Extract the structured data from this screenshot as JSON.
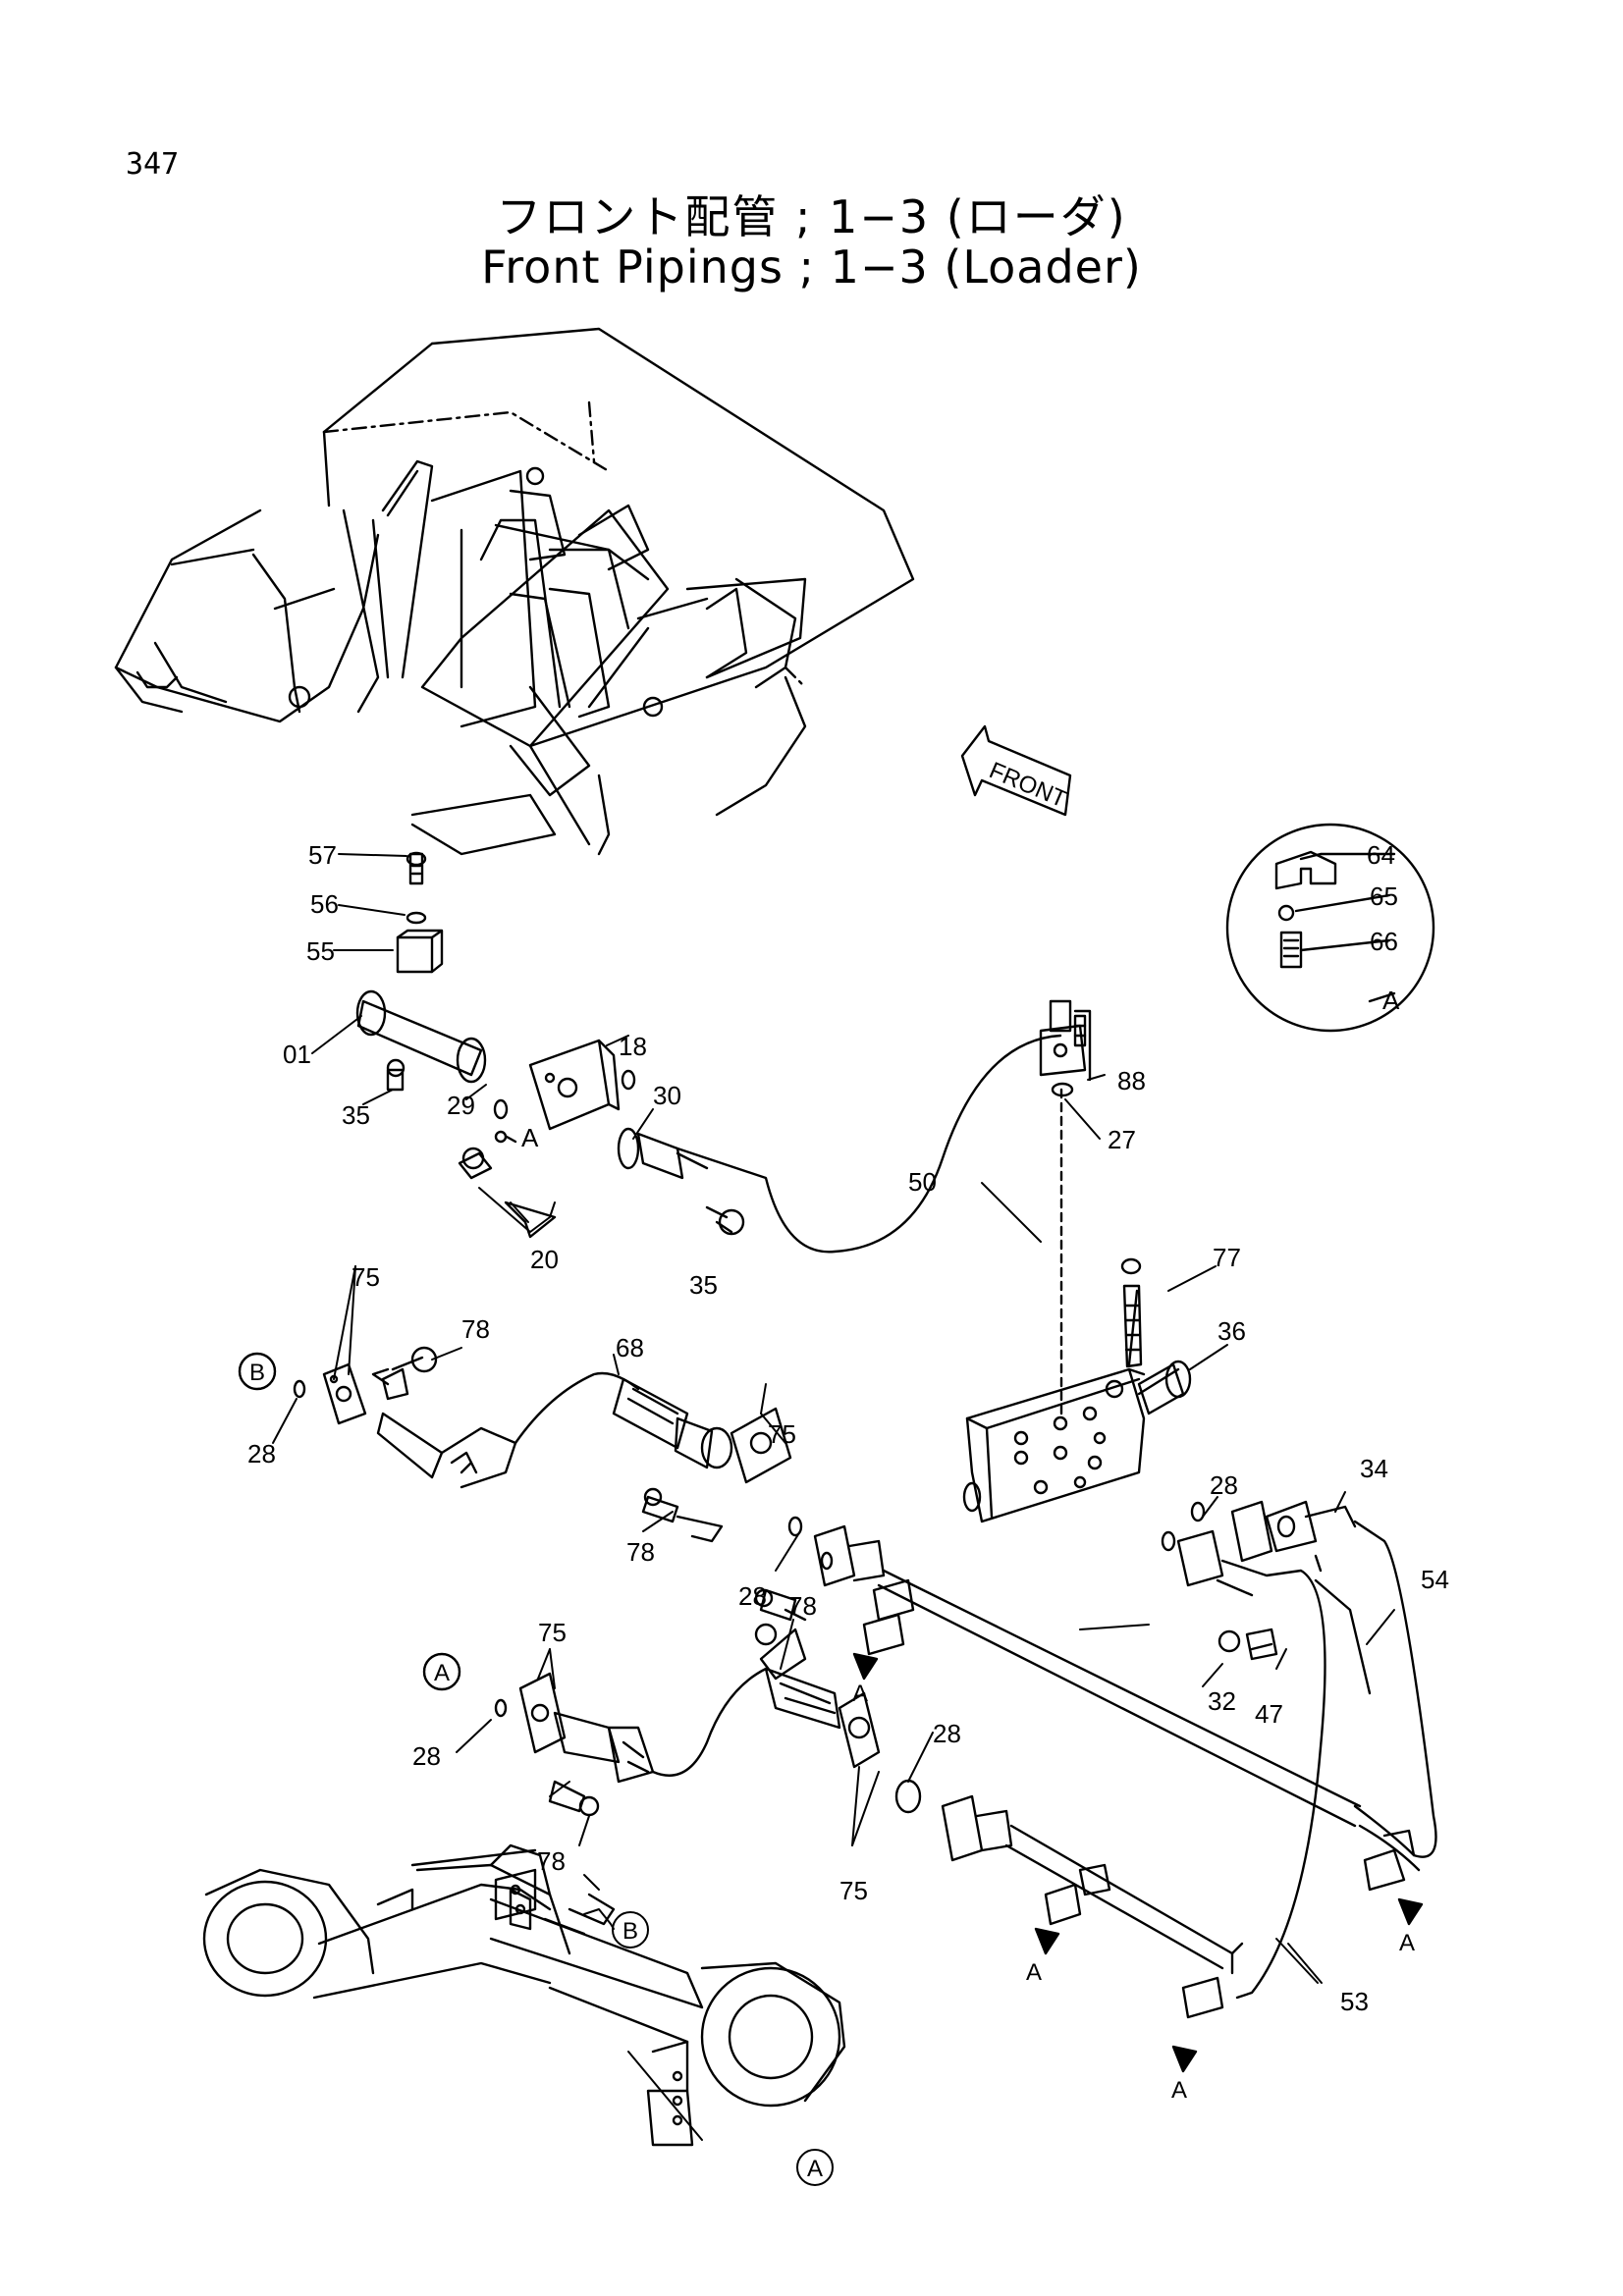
{
  "page_number": "347",
  "title_jp": "フロント配管 ; 1−3 (ローダ)",
  "title_en": "Front Pipings ; 1−3 (Loader)",
  "direction_arrow": "FRONT",
  "detail_view_label": "A",
  "part_numbers": {
    "p57": "57",
    "p56": "56",
    "p55": "55",
    "p01": "01",
    "p35a": "35",
    "p29": "29",
    "p18": "18",
    "p30": "30",
    "p20": "20",
    "pA_20": "A",
    "p35b": "35",
    "p50": "50",
    "p88": "88",
    "p27": "27",
    "p77": "77",
    "p36": "36",
    "p64": "64",
    "p65": "65",
    "p66": "66",
    "p75a": "75",
    "p78a": "78",
    "p68": "68",
    "p28a": "28",
    "p75b": "75",
    "p78b": "78",
    "p28b": "28",
    "p28c": "28",
    "p34": "34",
    "p54": "54",
    "p32": "32",
    "p47": "47",
    "p75c": "75",
    "p78c": "78",
    "p28d": "28",
    "p28e": "28",
    "p78d": "78",
    "p75d": "75",
    "p53": "53"
  },
  "callouts": {
    "circleB1": "B",
    "circleA1": "A",
    "circleB2": "B",
    "circleA2": "A",
    "clampA1": "A",
    "clampA2": "A",
    "clampA3": "A",
    "clampA4": "A"
  }
}
